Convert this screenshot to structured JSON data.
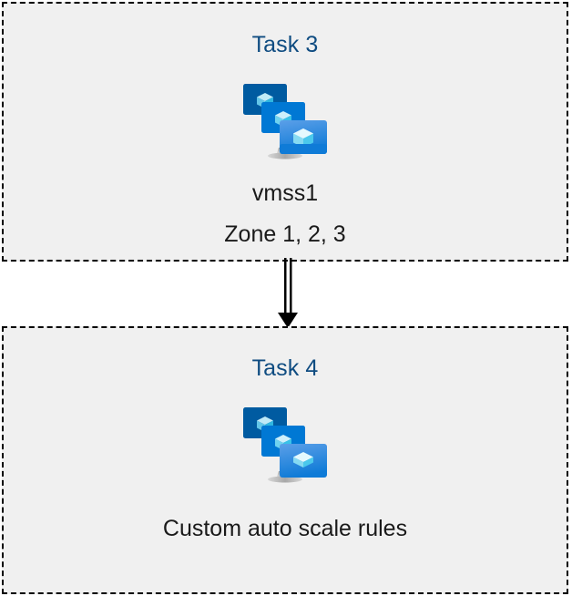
{
  "diagram": {
    "type": "flow",
    "background_color": "#ffffff",
    "box_fill_color": "#f0f0f0",
    "box_border_color": "#000000",
    "title_color": "#0f4c81",
    "caption_color": "#1a1a1a",
    "nodes": [
      {
        "id": "task3",
        "title": "Task 3",
        "icon": "azure-vm-scale-set-icon",
        "caption_line1": "vmss1",
        "caption_line2": "Zone 1, 2, 3"
      },
      {
        "id": "task4",
        "title": "Task 4",
        "icon": "azure-vm-scale-set-icon",
        "caption_line1": "Custom auto scale rules",
        "caption_line2": ""
      }
    ],
    "connector": {
      "id": "task3-to-task4",
      "style": "double-line-arrow",
      "direction": "down",
      "color": "#000000",
      "label": ""
    }
  },
  "icon_colors": {
    "monitor_back": "#005ba1",
    "monitor_middle": "#0078d4",
    "monitor_front_top": "#5b9fe8",
    "monitor_front_bottom": "#0f7bd7",
    "cube_light": "#e8f8fd",
    "cube_mid": "#9cdcf5",
    "cube_accent": "#50d0f0",
    "stand_gray": "#b3b3b3"
  }
}
